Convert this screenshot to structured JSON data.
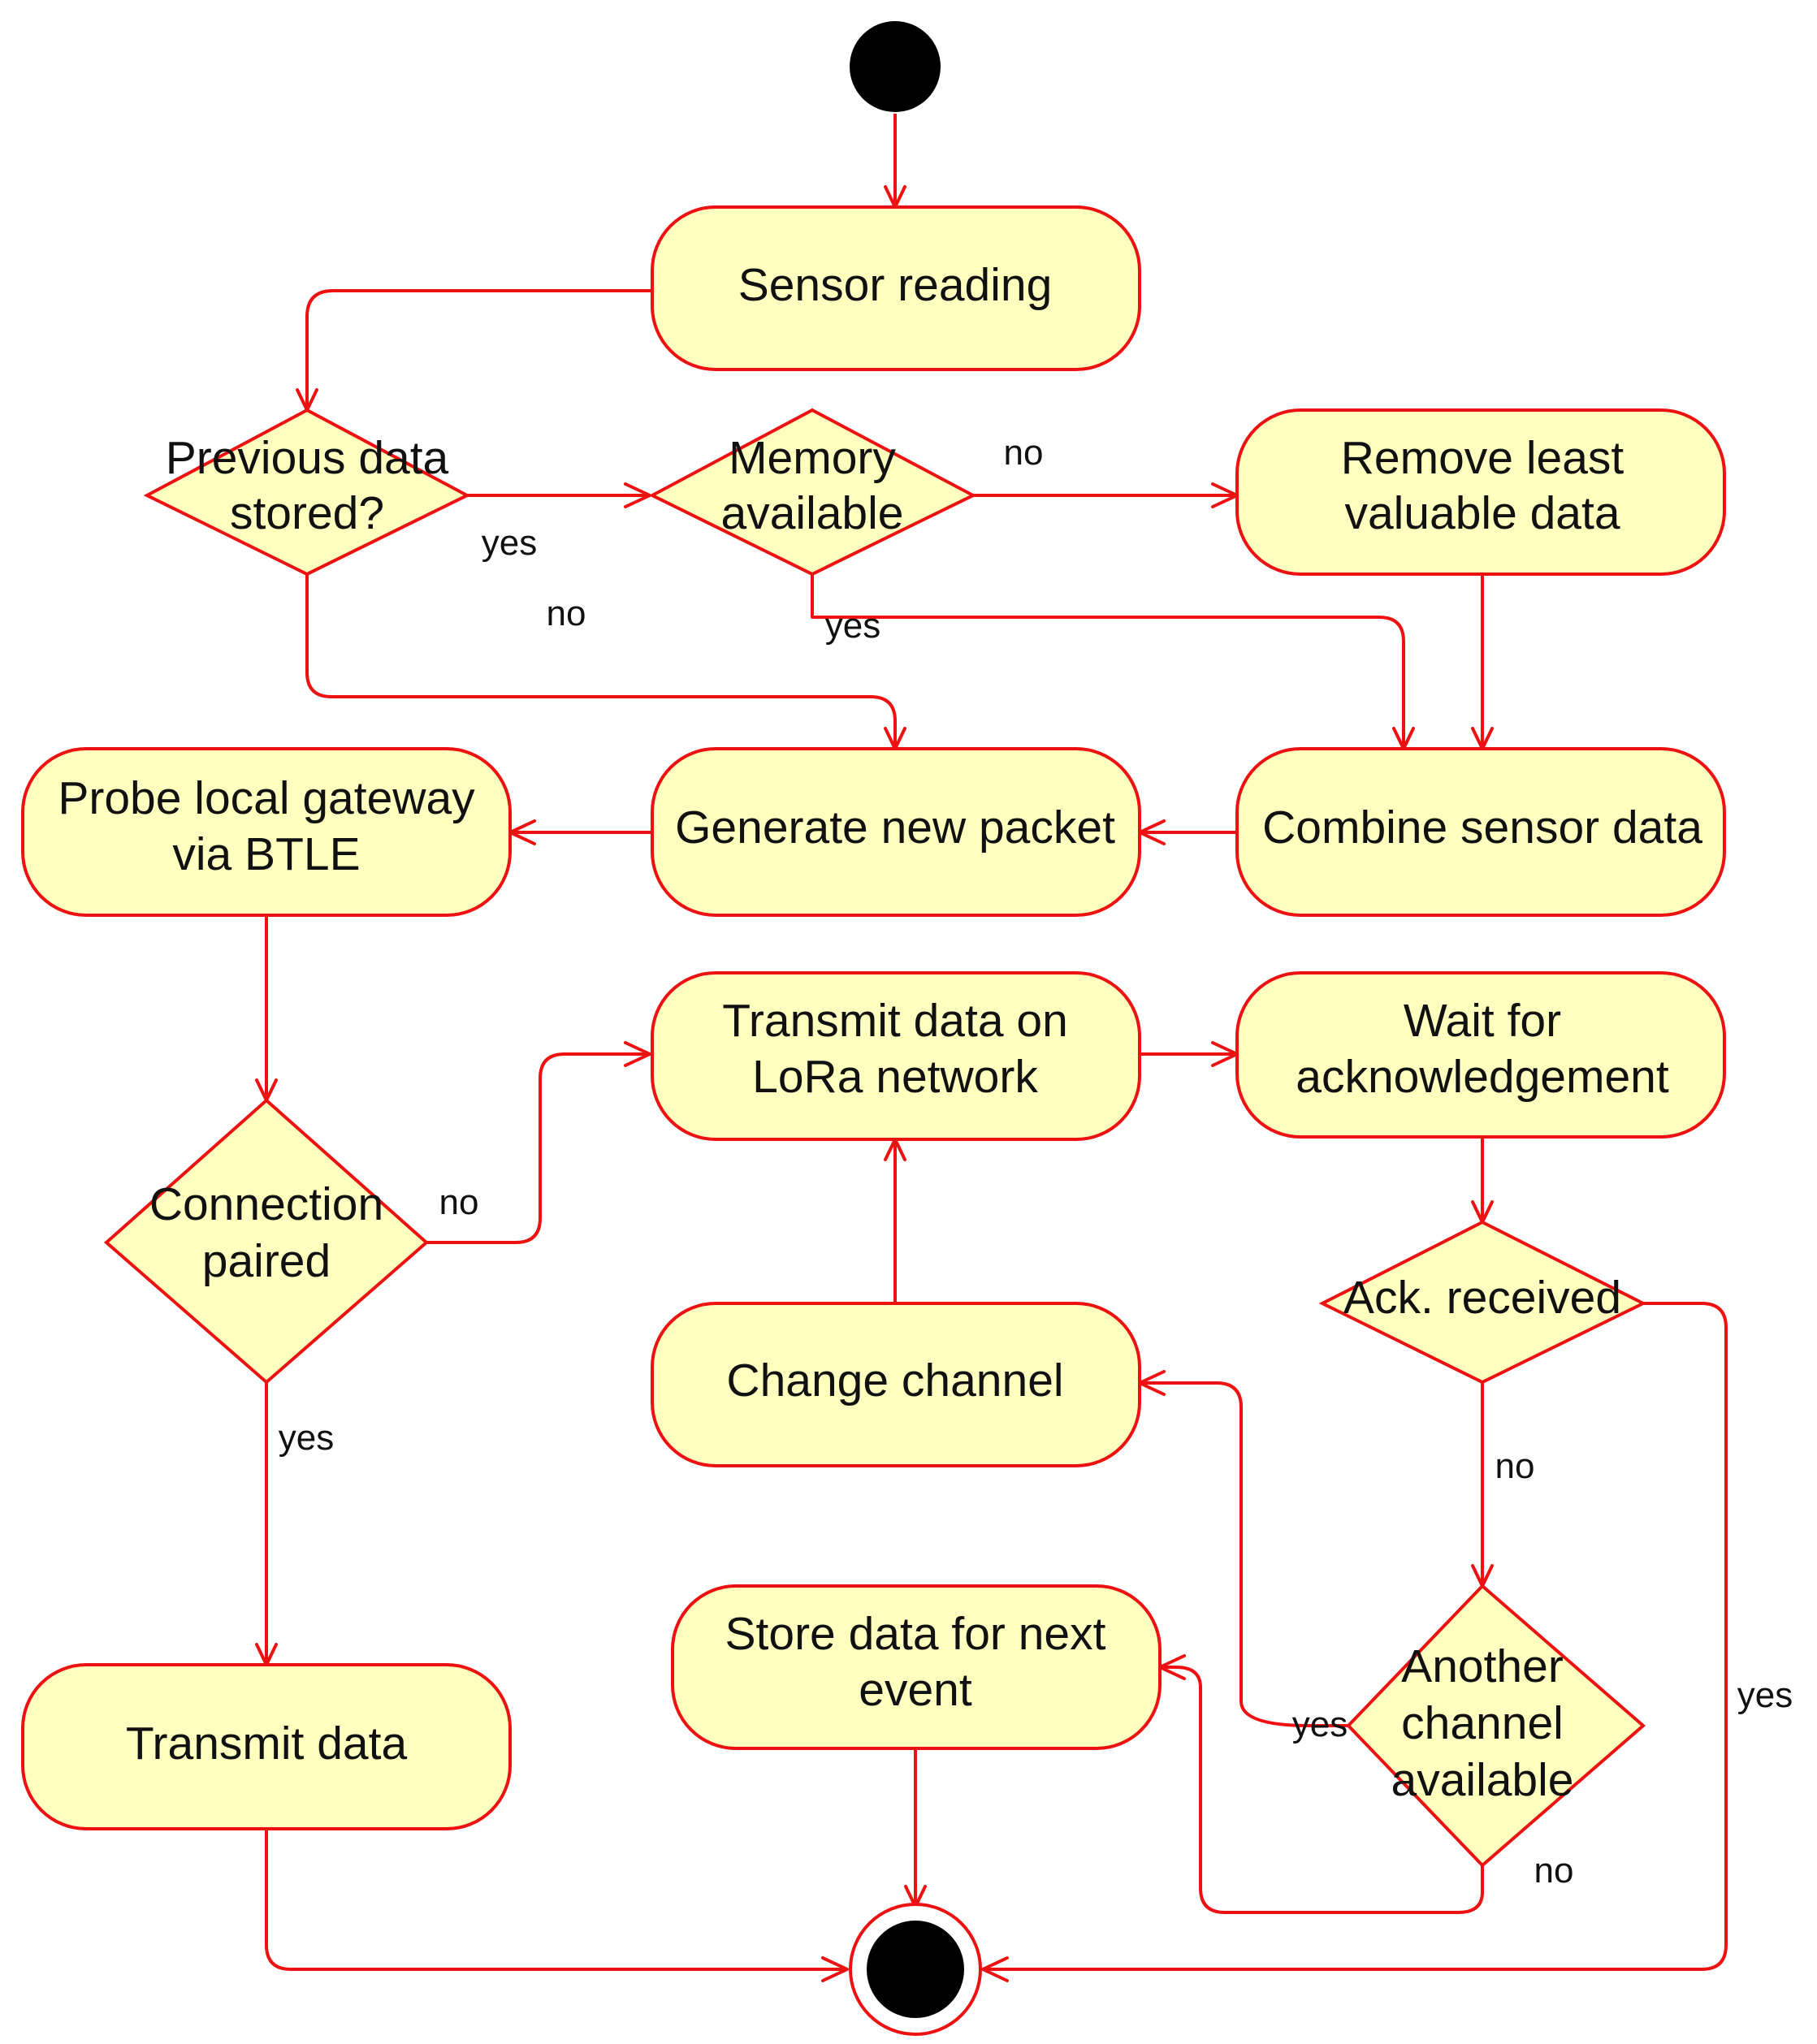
{
  "colors": {
    "fill": "#ffffc0",
    "stroke": "#ee1111",
    "text": "#111111",
    "terminal": "#000000"
  },
  "nodes": {
    "sensor_reading": [
      "Sensor reading"
    ],
    "previous_data_stored": [
      "Previous data",
      "stored?"
    ],
    "memory_available": [
      "Memory",
      "available"
    ],
    "remove_least_valuable": [
      "Remove least",
      "valuable data"
    ],
    "probe_local_gateway": [
      "Probe local gateway",
      "via BTLE"
    ],
    "generate_new_packet": [
      "Generate new packet"
    ],
    "combine_sensor_data": [
      "Combine sensor data"
    ],
    "transmit_lora": [
      "Transmit data on",
      "LoRa network"
    ],
    "wait_for_ack": [
      "Wait for",
      "acknowledgement"
    ],
    "connection_paired": [
      "Connection",
      "paired"
    ],
    "ack_received": [
      "Ack. received"
    ],
    "change_channel": [
      "Change channel"
    ],
    "store_data": [
      "Store data for next",
      "event"
    ],
    "another_channel": [
      "Another",
      "channel",
      "available"
    ],
    "transmit_data": [
      "Transmit data"
    ]
  },
  "edge_labels": {
    "prev_yes": "yes",
    "prev_no": "no",
    "mem_no": "no",
    "mem_yes": "yes",
    "conn_no": "no",
    "conn_yes": "yes",
    "ack_no": "no",
    "ack_yes": "yes",
    "another_yes": "yes",
    "another_no": "no"
  }
}
